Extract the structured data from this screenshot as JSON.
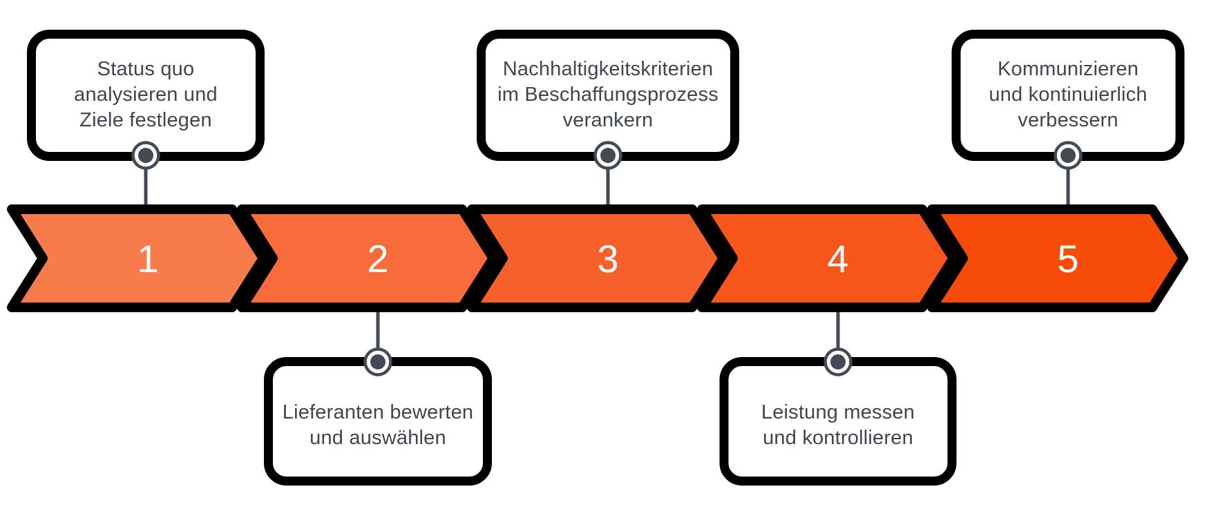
{
  "diagram": {
    "type": "process-timeline",
    "step_count": 5
  },
  "steps": [
    {
      "number": "1",
      "label": "Status quo\nanalysieren und\nZiele festlegen",
      "position": "top",
      "color": "#f87b4c"
    },
    {
      "number": "2",
      "label": "Lieferanten bewerten\nund auswählen",
      "position": "bottom",
      "color": "#f76c3a"
    },
    {
      "number": "3",
      "label": "Nachhaltigkeitskriterien\nim Beschaffungsprozess\nverankern",
      "position": "top",
      "color": "#f6602a"
    },
    {
      "number": "4",
      "label": "Leistung messen\nund kontrollieren",
      "position": "bottom",
      "color": "#f6561a"
    },
    {
      "number": "5",
      "label": "Kommunizieren\nund kontinuierlich\nverbessern",
      "position": "top",
      "color": "#f74c09"
    }
  ],
  "style": {
    "outline_color": "#000000",
    "connector_color": "#434a54",
    "text_color": "#3f4650",
    "number_color": "#ffffff",
    "box_fill": "#ffffff"
  }
}
